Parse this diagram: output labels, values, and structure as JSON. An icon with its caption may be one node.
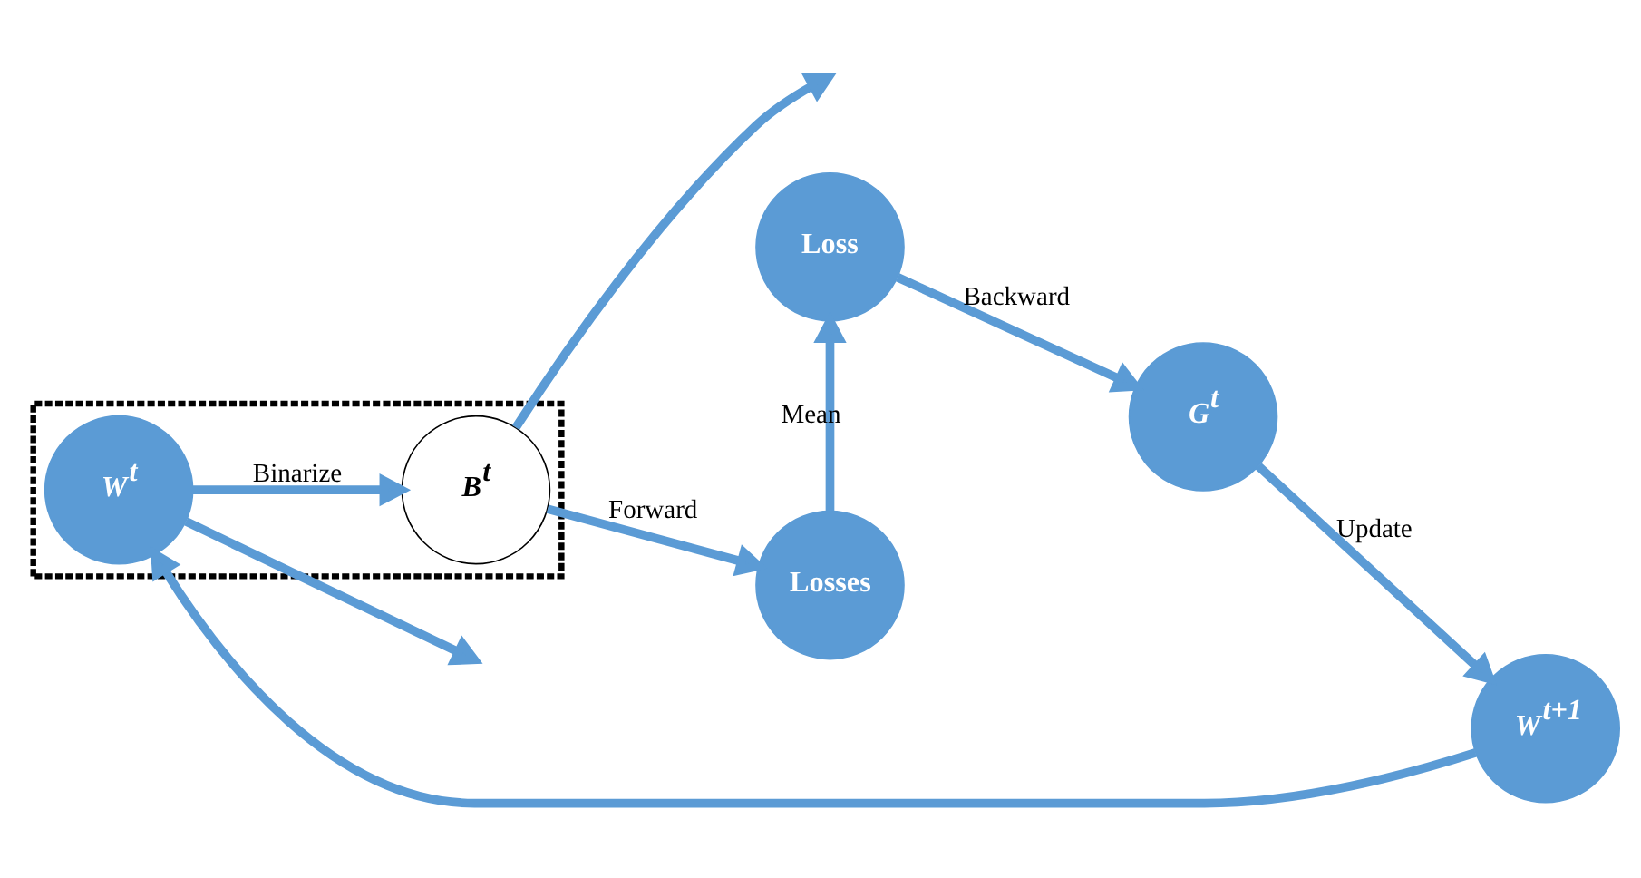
{
  "diagram": {
    "nodes": [
      {
        "text": [],
        "shape": "box"
      },
      {
        "text": [
          "W$^{t}$"
        ],
        "in": 0
      },
      {
        "text": [
          "B$^{t}$"
        ],
        "in": 0
      },
      {
        "text": [
          "Losses"
        ]
      },
      {
        "text": [
          "Loss"
        ]
      },
      {
        "text": [
          "G$^{t}$"
        ]
      },
      {
        "text": [
          "W$^{t+1}$"
        ]
      }
    ],
    "edges": [
      {
        "from": 1,
        "to": 2,
        "arrow": "to",
        "label": "Binarize"
      },
      {
        "from": 2,
        "to": 3,
        "arrow": "to",
        "label": "Forward"
      },
      {
        "from": 3,
        "to": 4,
        "arrow": "to",
        "label": "Mean"
      },
      {
        "from": 2,
        "to": null,
        "arrow": "to"
      },
      {
        "from": 4,
        "to": 5,
        "arrow": "to",
        "label": "Backward"
      },
      {
        "from": 1,
        "to": null,
        "arrow": "to"
      },
      {
        "from": 5,
        "to": 6,
        "arrow": "to",
        "label": "Update"
      },
      {
        "from": 6,
        "to": 1,
        "arrow": "to"
      }
    ]
  }
}
